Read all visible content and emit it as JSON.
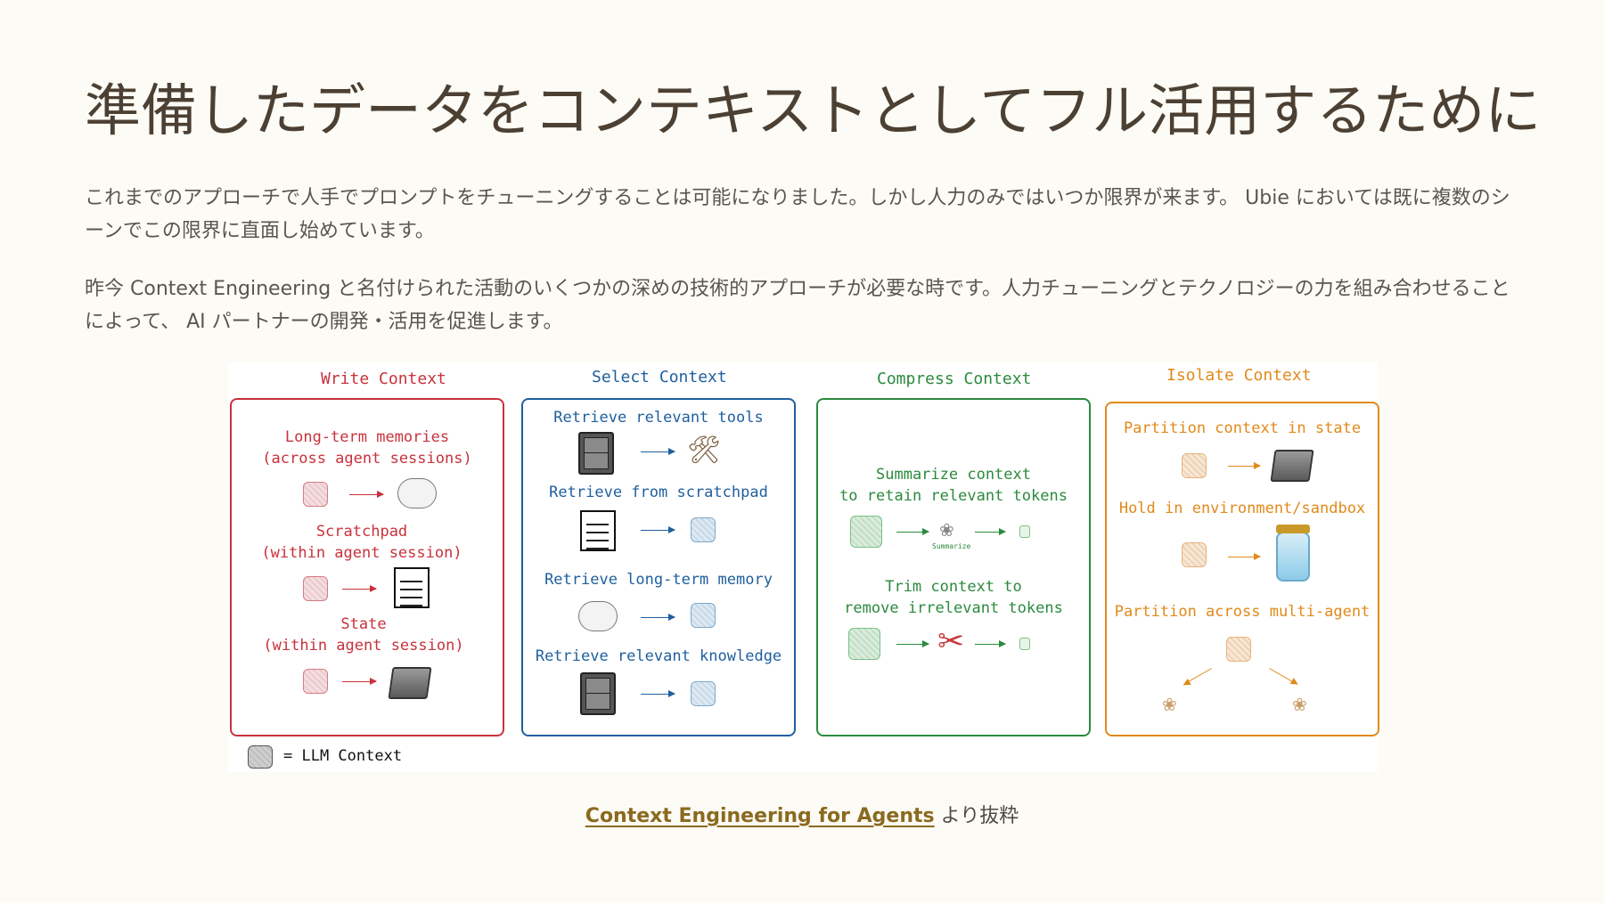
{
  "page": {
    "title": "準備したデータをコンテキストとしてフル活用するために",
    "paragraph_1": "これまでのアプローチで人手でプロンプトをチューニングすることは可能になりました。しかし人力のみではいつか限界が来ます。 Ubie においては既に複数のシーンでこの限界に直面し始めています。",
    "paragraph_2": "昨今 Context Engineering と名付けられた活動のいくつかの深めの技術的アプローチが必要な時です。人力チューニングとテクノロジーの力を組み合わせることによって、 AI パートナーの開発・活用を促進します。"
  },
  "figure": {
    "write": {
      "title": "Write Context",
      "color": "#c8323c",
      "label_1": "Long-term memories\n(across agent sessions)",
      "label_2": "Scratchpad\n(within agent session)",
      "label_3": "State\n(within agent session)"
    },
    "select": {
      "title": "Select Context",
      "color": "#1f5f9e",
      "label_1": "Retrieve relevant tools",
      "label_2": "Retrieve from scratchpad",
      "label_3": "Retrieve long-term memory",
      "label_4": "Retrieve relevant knowledge"
    },
    "compress": {
      "title": "Compress Context",
      "color": "#2b8a3e",
      "label_1": "Summarize context\nto retain relevant tokens",
      "summarize_tag": "Summarize",
      "label_2": "Trim context to\nremove irrelevant tokens"
    },
    "isolate": {
      "title": "Isolate Context",
      "color": "#e08a1a",
      "label_1": "Partition context in state",
      "label_2": "Hold in environment/sandbox",
      "label_3": "Partition across multi-agent"
    },
    "legend": "=  LLM Context"
  },
  "caption": {
    "link_text": "Context Engineering for Agents",
    "suffix": " より抜粋"
  },
  "icons": [
    "file-cabinet-icon",
    "hammer-wrench-icon",
    "thought-cloud-icon",
    "notepad-pencil-icon",
    "folder-icon",
    "jar-icon",
    "scissors-icon",
    "brain-icon"
  ]
}
